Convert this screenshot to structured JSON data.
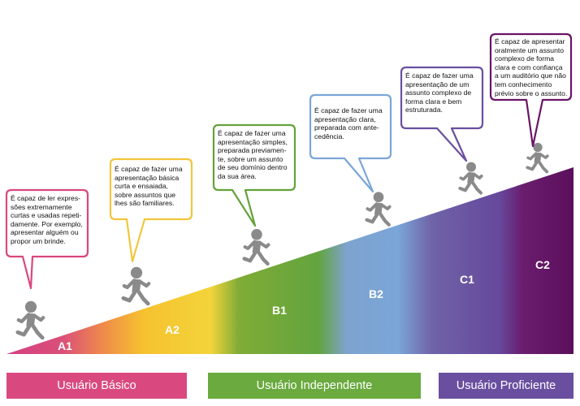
{
  "levels": [
    {
      "code": "A1",
      "color": "#d9477e",
      "description": "É capaz de ler expres-\nsões extremamente\ncurtas e usadas repeti-\ndamente. Por exemplo,\napresentar alguém ou\npropor um brinde."
    },
    {
      "code": "A2",
      "color": "#f2c53d",
      "description": "É capaz de fazer uma\napresentação básica\ncurta e ensaiada,\nsobre assuntos que\nlhes são familiares."
    },
    {
      "code": "B1",
      "color": "#64a23a",
      "description": "É capaz de fazer uma\napresentação simples,\npreparada previamen-\nte, sobre um assunto\nde seu domínio dentro\nda sua área."
    },
    {
      "code": "B2",
      "color": "#7aa6d8",
      "description": "É capaz de fazer uma\napresentação clara,\npreparada com ante-\ncedência."
    },
    {
      "code": "C1",
      "color": "#6a4fa0",
      "description": "É capaz de fazer uma\napresentação de um\nassunto complexo de\nforma clara e bem\nestruturada."
    },
    {
      "code": "C2",
      "color": "#6a1466",
      "description": "É capaz de apresentar\noralmente um assunto\ncomplexo de forma\nclara e com confiança\na um auditório que não\ntem conhecimento\nprévio sobre o assunto."
    }
  ],
  "bands": [
    {
      "label": "Usuário Básico",
      "color": "#d9497f"
    },
    {
      "label": "Usuário Independente",
      "color": "#6aaa3e"
    },
    {
      "label": "Usuário Proficiente",
      "color": "#6a4fa0"
    }
  ]
}
